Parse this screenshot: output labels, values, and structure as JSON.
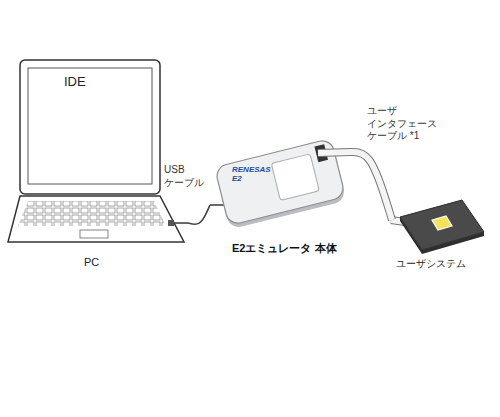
{
  "diagram": {
    "nodes": [
      {
        "text": [
          "IDE",
          "PC"
        ]
      },
      {
        "text": [
          "RENESAS E2",
          "E2エミュレータ 本体"
        ]
      },
      {
        "text": [
          "ユーザシステム"
        ]
      }
    ],
    "edges": [
      {
        "from": 0,
        "to": 1,
        "arrow": "none",
        "label": "USB ケーブル"
      },
      {
        "from": 1,
        "to": 2,
        "arrow": "none",
        "label": "ユーザ インタフェース ケーブル *1"
      }
    ]
  }
}
